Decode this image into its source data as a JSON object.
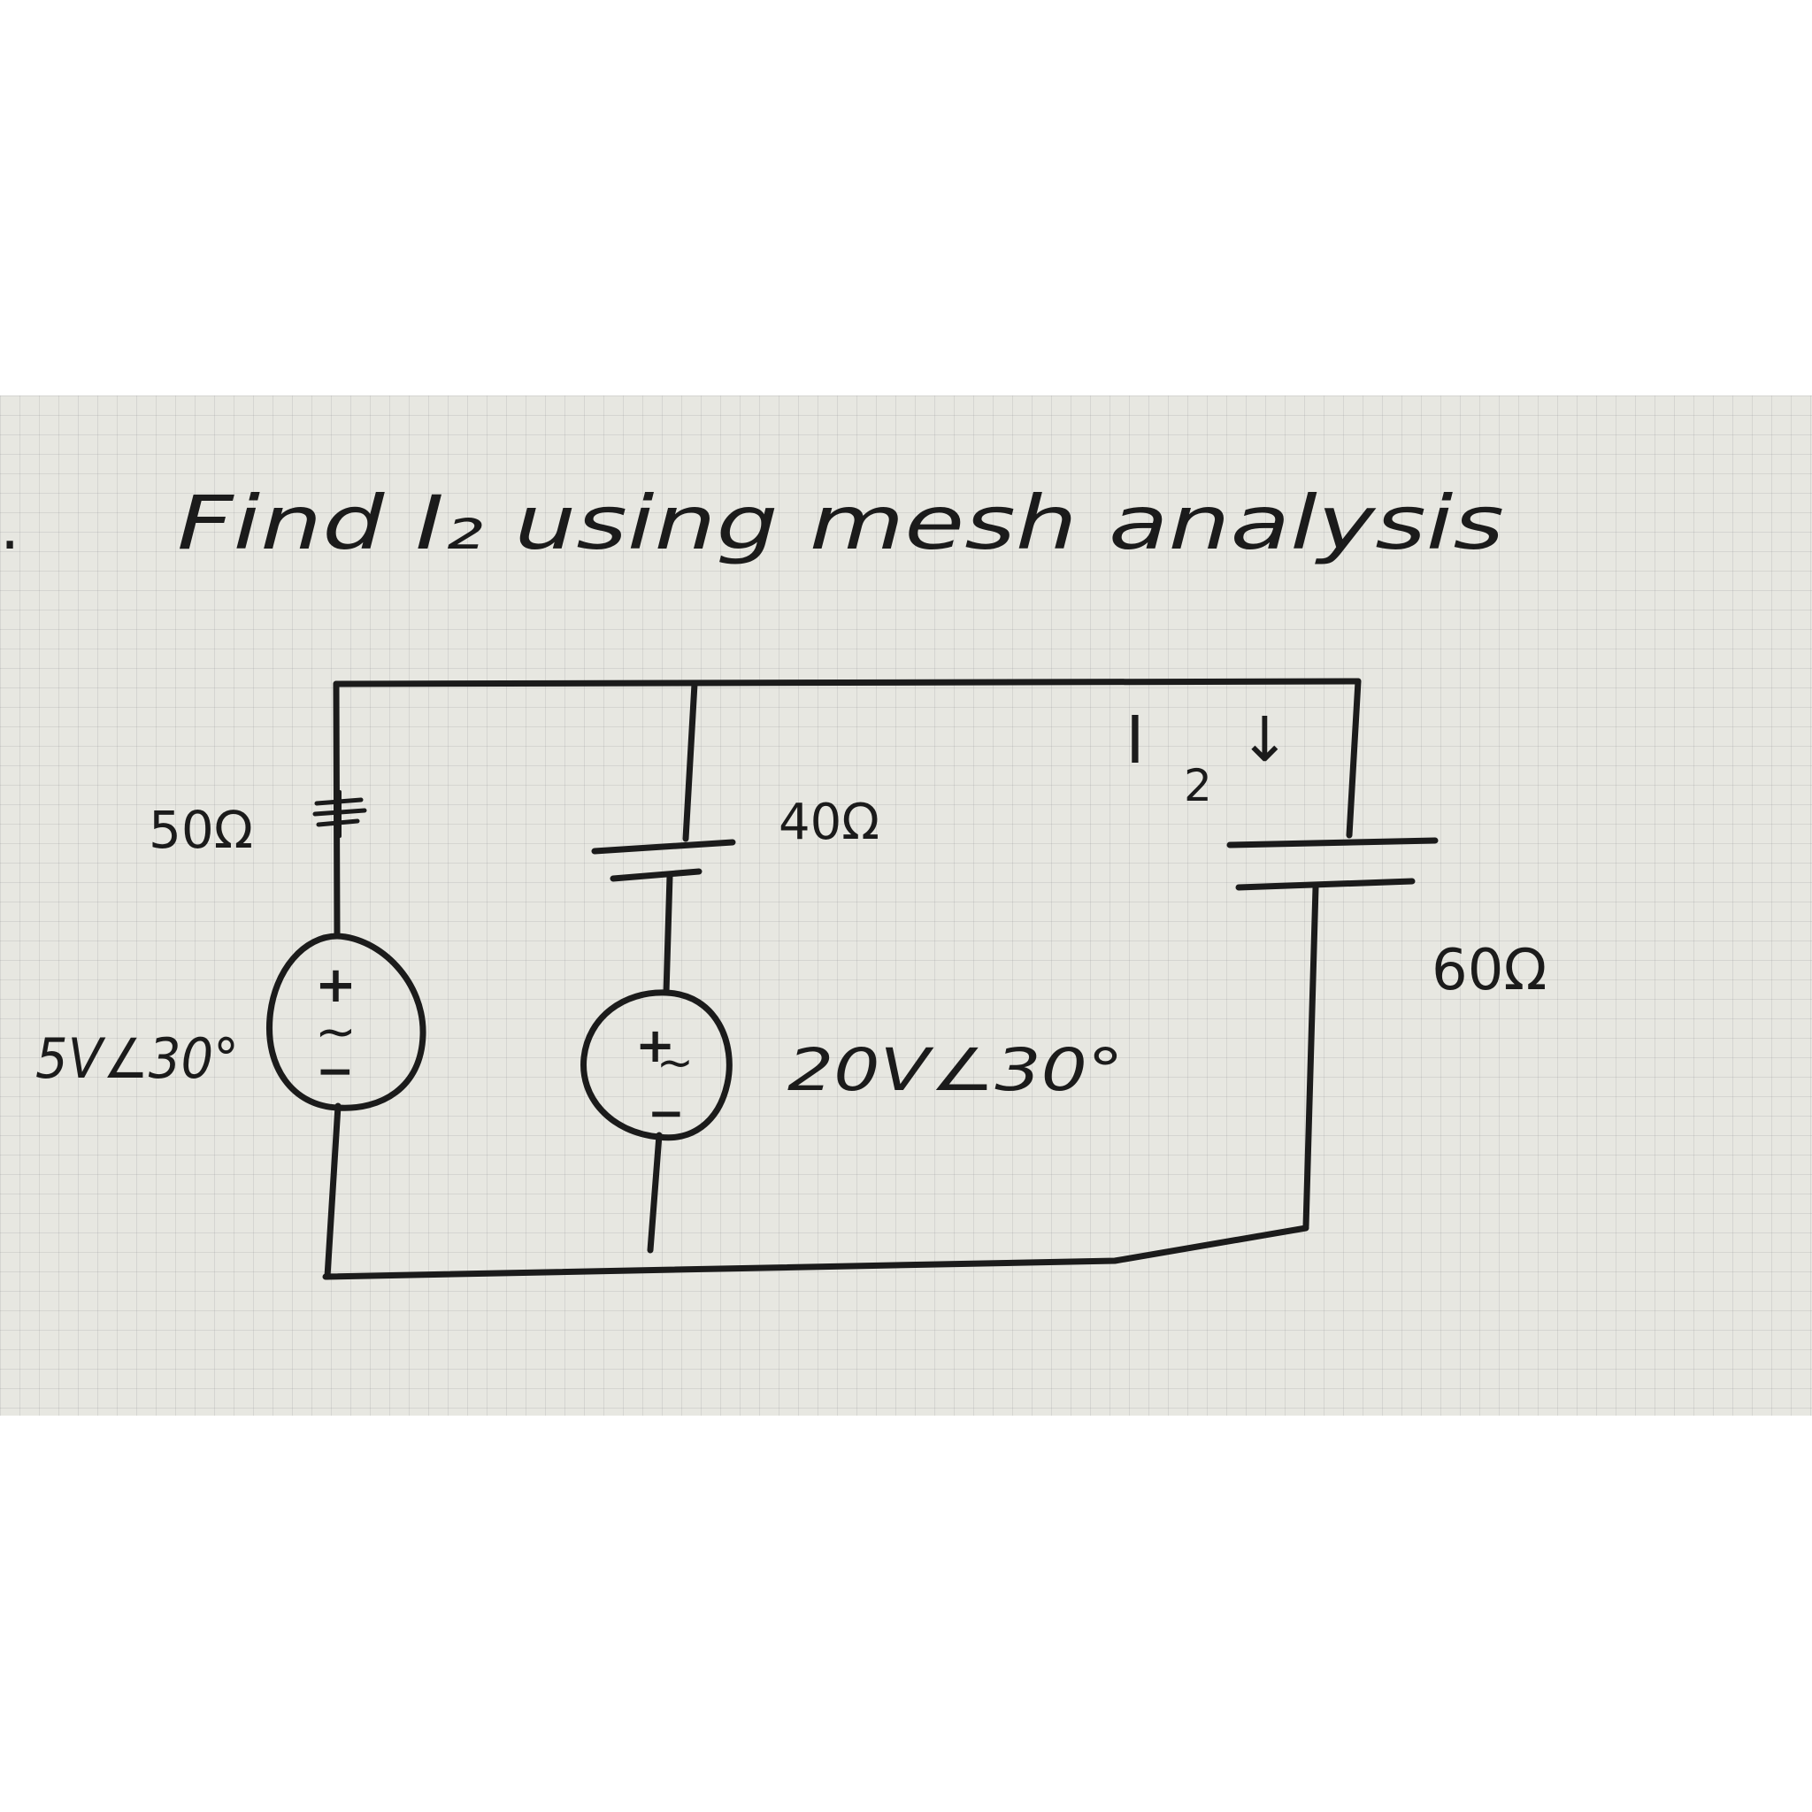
{
  "problem": {
    "number": ".",
    "text": "Find I₂ using mesh analysis"
  },
  "components": {
    "r1_label": "50Ω",
    "r2_label": "40Ω",
    "r3_label": "60Ω",
    "source1": {
      "label": "5V∠30°",
      "plus": "+",
      "minus": "−",
      "ac": "~"
    },
    "source2": {
      "label": "20V∠30°",
      "plus": "+",
      "minus": "−",
      "ac": "~"
    }
  },
  "current": {
    "label": "I",
    "subscript": "2",
    "arrow": "↓"
  }
}
